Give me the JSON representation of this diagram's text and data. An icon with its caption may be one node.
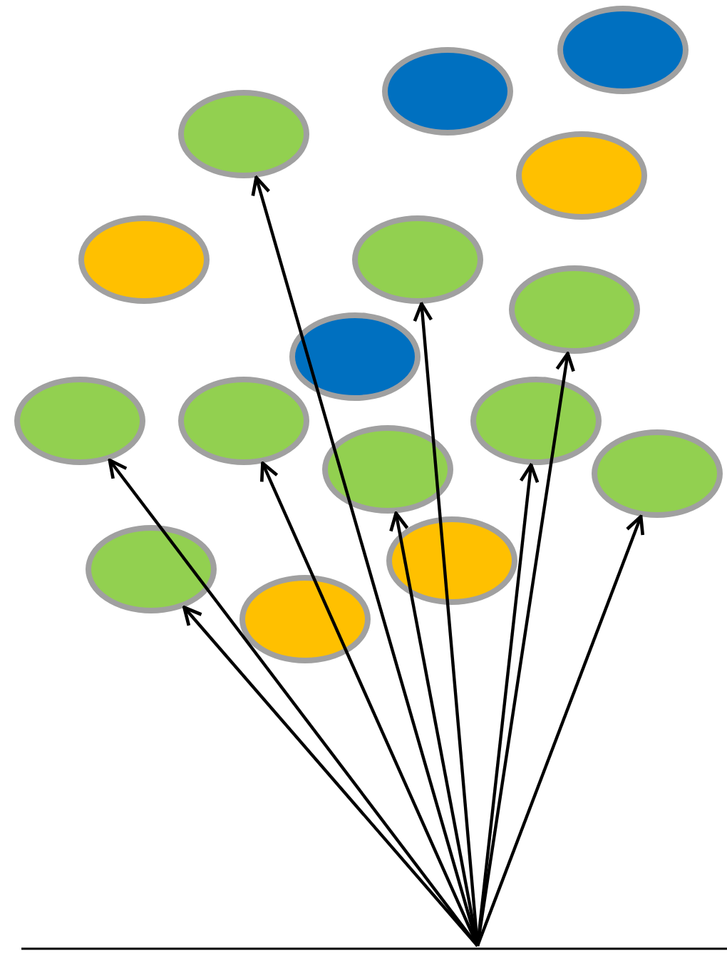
{
  "diagram": {
    "nodes": [
      {
        "text": [],
        "shape": "ellipse"
      },
      {
        "text": [],
        "shape": "ellipse"
      },
      {
        "text": [],
        "shape": "ellipse"
      },
      {
        "text": [],
        "shape": "ellipse"
      },
      {
        "text": [],
        "shape": "ellipse"
      },
      {
        "text": [],
        "shape": "ellipse"
      },
      {
        "text": [],
        "shape": "ellipse"
      },
      {
        "text": [],
        "shape": "ellipse"
      },
      {
        "text": [],
        "shape": "ellipse"
      },
      {
        "text": [],
        "shape": "ellipse"
      },
      {
        "text": [],
        "shape": "ellipse"
      },
      {
        "text": [],
        "shape": "ellipse"
      },
      {
        "text": [],
        "shape": "ellipse"
      },
      {
        "text": [],
        "shape": "ellipse"
      },
      {
        "text": [],
        "shape": "ellipse"
      },
      {
        "text": [],
        "shape": "ellipse"
      }
    ],
    "edges": [
      {
        "from": null,
        "to": 2,
        "arrow": "to"
      },
      {
        "from": null,
        "to": 5,
        "arrow": "to"
      },
      {
        "from": null,
        "to": 6,
        "arrow": "to"
      },
      {
        "from": null,
        "to": 8,
        "arrow": "to"
      },
      {
        "from": null,
        "to": 9,
        "arrow": "to"
      },
      {
        "from": null,
        "to": 10,
        "arrow": "to"
      },
      {
        "from": null,
        "to": 11,
        "arrow": "to"
      },
      {
        "from": null,
        "to": 12,
        "arrow": "to"
      },
      {
        "from": null,
        "to": 14,
        "arrow": "to"
      }
    ]
  }
}
